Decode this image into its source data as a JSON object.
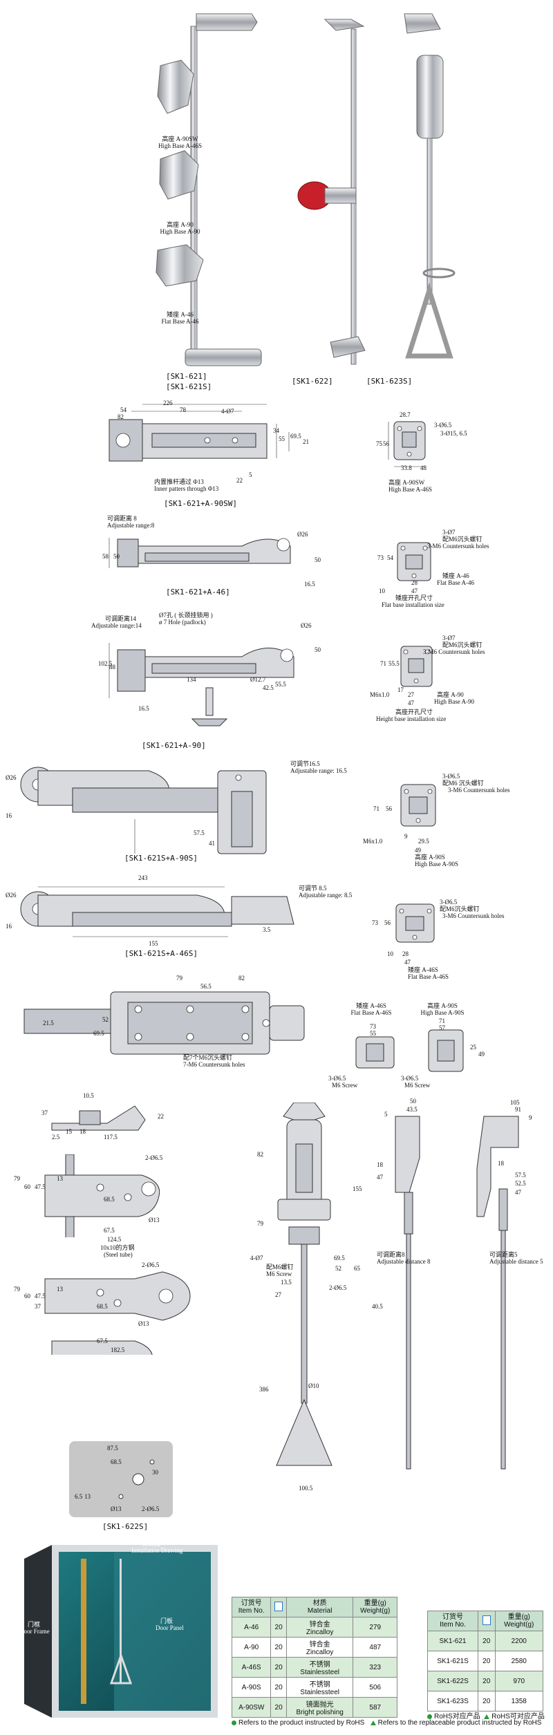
{
  "products": {
    "sk1_621_label": "[SK1-621]",
    "sk1_621s_label": "[SK1-621S]",
    "sk1_622_label": "[SK1-622]",
    "sk1_623s_label": "[SK1-623S]",
    "base_a90sw_cn": "高座 A-90SW",
    "base_a90sw_en": "High Base A-46S",
    "base_a90_cn": "高座 A-90",
    "base_a90_en": "High Base A-90",
    "base_a46_cn": "矮座 A-46",
    "base_a46_en": "Flat Base A-46"
  },
  "drawings": {
    "d1_caption": "[SK1-621+A-90SW]",
    "d1_inner_cn": "内置推杆通过 Φ13",
    "d1_inner_en": "Inner patters through  Φ13",
    "d1_dims": [
      "226",
      "54",
      "78",
      "4-Ø7",
      "82",
      "34",
      "55",
      "69.5",
      "21",
      "22",
      "5"
    ],
    "a90sw_cn": "高座 A-90SW",
    "a90sw_en": "High Base A-46S",
    "a90sw_holes1": "3-Ø6.5",
    "a90sw_holes2": "3-Ø15, 6.5",
    "a90sw_dims": [
      "28.7",
      "75",
      "56",
      "33.8",
      "48"
    ],
    "d2_caption": "[SK1-621+A-46]",
    "d2_adj_cn": "可调距离 8",
    "d2_adj_en": "Adjustable range:8",
    "d2_dims": [
      "58",
      "50",
      "Ø26",
      "50",
      "16.5"
    ],
    "a46_holes_top": "3-Ø7",
    "a46_screw_cn": "配M6沉头螺钉",
    "a46_screw_en": "3-M6 Countersunk holes",
    "a46_dims": [
      "73",
      "54",
      "10",
      "28",
      "47"
    ],
    "a46_label_cn": "矮座 A-46",
    "a46_label_en": "Flat Base A-46",
    "a46_size_cn": "矮座开孔尺寸",
    "a46_size_en": "Flat base installation size",
    "d3_adj_cn": "可调距离14",
    "d3_adj_en": "Adjustable range:14",
    "d3_hole_cn": "Ø7孔 ( 长颈挂锁用 )",
    "d3_hole_en": "ø 7 Hole (padlock)",
    "d3_dims": [
      "102.5",
      "88",
      "134",
      "Ø12.7",
      "42.5",
      "55.5",
      "16.5",
      "Ø26",
      "50"
    ],
    "d3_caption": "[SK1-621+A-90]",
    "a90_holes": "3-Ø7",
    "a90_screw_cn": "配M6沉头螺钉",
    "a90_screw_en": "3-M6 Countersunk holes",
    "a90_dims": [
      "71",
      "55.5",
      "M6x1.0",
      "17",
      "27",
      "47"
    ],
    "a90_label_cn": "高座 A-90",
    "a90_label_en": "High Base A-90",
    "a90_size_cn": "高座开孔尺寸",
    "a90_size_en": "Height base installation size",
    "d4_adj_cn": "可调节16.5",
    "d4_adj_en": "Adjustable range:  16.5",
    "d4_dims": [
      "Ø26",
      "16",
      "57.5",
      "41"
    ],
    "d4_caption": "[SK1-621S+A-90S]",
    "a90s_holes": "3-Ø6.5",
    "a90s_screw_cn": "配M6 沉头螺钉",
    "a90s_screw_en": "3-M6 Countersunk holes",
    "a90s_dims": [
      "71",
      "56",
      "M6x1.0",
      "9",
      "29.5",
      "49"
    ],
    "a90s_label_cn": "高座  A-90S",
    "a90s_label_en": "High Base A-90S",
    "d5_dims": [
      "243",
      "Ø26",
      "16",
      "155",
      "3.5"
    ],
    "d5_adj_cn": "可调节 8.5",
    "d5_adj_en": "Adjustable range:  8.5",
    "d5_caption": "[SK1-621S+A-46S]",
    "a46s_holes": "3-Ø6.5",
    "a46s_screw_cn": "配M6沉头螺钉",
    "a46s_screw_en": "3-M6 Countersunk holes",
    "a46s_dims": [
      "73",
      "56",
      "10",
      "28",
      "47"
    ],
    "a46s_label_cn": "矮座  A-46S",
    "a46s_label_en": "Flat Base A-46S",
    "d6_dims": [
      "79",
      "56.5",
      "82",
      "21.5",
      "52",
      "69.5"
    ],
    "d6_screw_cn": "配7个M6沉头螺钉",
    "d6_screw_en": "7-M6 Countersunk holes",
    "pair_left_cn": "矮座  A-46S",
    "pair_left_en": "Flat Base A-46S",
    "pair_right_cn": "高座 A-90S",
    "pair_right_en": "High Base A-90S",
    "pair_left_dims": [
      "73",
      "55",
      "3-Ø6.5",
      "M6 Screw"
    ],
    "pair_right_dims": [
      "71",
      "57",
      "25",
      "49",
      "3-Ø6.5",
      "M6 Screw"
    ],
    "d7_dims": [
      "10.5",
      "37",
      "2.5",
      "15",
      "18",
      "117.5",
      "22"
    ],
    "d8_dims": [
      "2-Ø6.5",
      "79",
      "60",
      "47.5",
      "13",
      "68.5",
      "67.5",
      "Ø13",
      "124.5"
    ],
    "d8_tube_cn": "10x10的方钢",
    "d8_tube_en": "(Steel tube)",
    "d9_dims": [
      "2-Ø6.5",
      "79",
      "60",
      "47.5",
      "13",
      "68.5",
      "Ø13",
      "37",
      "67.5",
      "182.5"
    ],
    "d10_dims": [
      "87.5",
      "68.5",
      "30",
      "6.5",
      "13",
      "Ø13",
      "2-Ø6.5"
    ],
    "d10_caption": "[SK1-622S]",
    "d11_dims": [
      "82",
      "155",
      "79",
      "4-Ø7",
      "69.5",
      "52",
      "65",
      "13.5",
      "2-Ø6.5",
      "27",
      "386",
      "Ø10",
      "100.5"
    ],
    "d11_screw_cn": "配M6螺钉",
    "d11_screw_en": "M6 Screw",
    "d12_dims": [
      "50",
      "43.5",
      "5",
      "18",
      "47"
    ],
    "d12_adj_cn": "可调距离8",
    "d12_adj_en": "Adjustable distance 8",
    "d12_rod": "40.5",
    "d13_dims": [
      "105",
      "91",
      "9",
      "18",
      "57.5",
      "52.5",
      "47"
    ],
    "d13_adj_cn": "可调距离5",
    "d13_adj_en": "Adjustable distance 5"
  },
  "install": {
    "title_cn": "安装图",
    "title_en": "Installation Drawing",
    "door_frame_cn": "门框",
    "door_frame_en": "Door Frame",
    "door_panel_cn": "门板",
    "door_panel_en": "Door Panel"
  },
  "table1": {
    "headers": [
      {
        "cn": "订货号",
        "en": "Item No."
      },
      {
        "cn": "",
        "en": ""
      },
      {
        "cn": "材质",
        "en": "Material"
      },
      {
        "cn": "重量(g)",
        "en": "Weight(g)"
      }
    ],
    "rows": [
      {
        "item": "A-46",
        "mark": "20",
        "mat_cn": "锌合金",
        "mat_en": "Zincalloy",
        "weight": "279"
      },
      {
        "item": "A-90",
        "mark": "20",
        "mat_cn": "锌合金",
        "mat_en": "Zincalloy",
        "weight": "487"
      },
      {
        "item": "A-46S",
        "mark": "20",
        "mat_cn": "不锈钢",
        "mat_en": "Stainlessteel",
        "weight": "323"
      },
      {
        "item": "A-90S",
        "mark": "20",
        "mat_cn": "不锈钢",
        "mat_en": "Stainlessteel",
        "weight": "506"
      },
      {
        "item": "A-90SW",
        "mark": "20",
        "mat_cn": "镜面抛光",
        "mat_en": "Bright polishing",
        "weight": "587"
      }
    ]
  },
  "table2": {
    "headers": [
      {
        "cn": "订货号",
        "en": "Item No."
      },
      {
        "cn": "",
        "en": ""
      },
      {
        "cn": "重量(g)",
        "en": "Weight(g)"
      }
    ],
    "rows": [
      {
        "item": "SK1-621",
        "mark": "20",
        "weight": "2200"
      },
      {
        "item": "SK1-621S",
        "mark": "20",
        "weight": "2580"
      },
      {
        "item": "SK1-622S",
        "mark": "20",
        "weight": "970"
      },
      {
        "item": "SK1-623S",
        "mark": "20",
        "weight": "1358"
      }
    ]
  },
  "legend": {
    "rohs": "Refers to the product instructed by RoHS",
    "replaceable": "Refers to the replaceable product instructed by RoHS",
    "rohs_cn": "RoHS对应产品",
    "replaceable_cn": "RoHS可对应产品"
  }
}
